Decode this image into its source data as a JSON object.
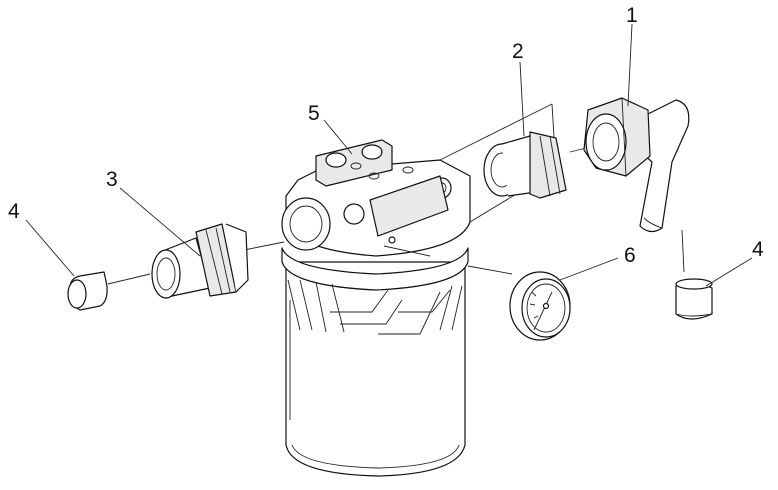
{
  "callouts": [
    {
      "id": "callout-1",
      "label": "1"
    },
    {
      "id": "callout-2",
      "label": "2"
    },
    {
      "id": "callout-3",
      "label": "3"
    },
    {
      "id": "callout-4-left",
      "label": "4"
    },
    {
      "id": "callout-4-right",
      "label": "4"
    },
    {
      "id": "callout-5",
      "label": "5"
    },
    {
      "id": "callout-6",
      "label": "6"
    }
  ]
}
